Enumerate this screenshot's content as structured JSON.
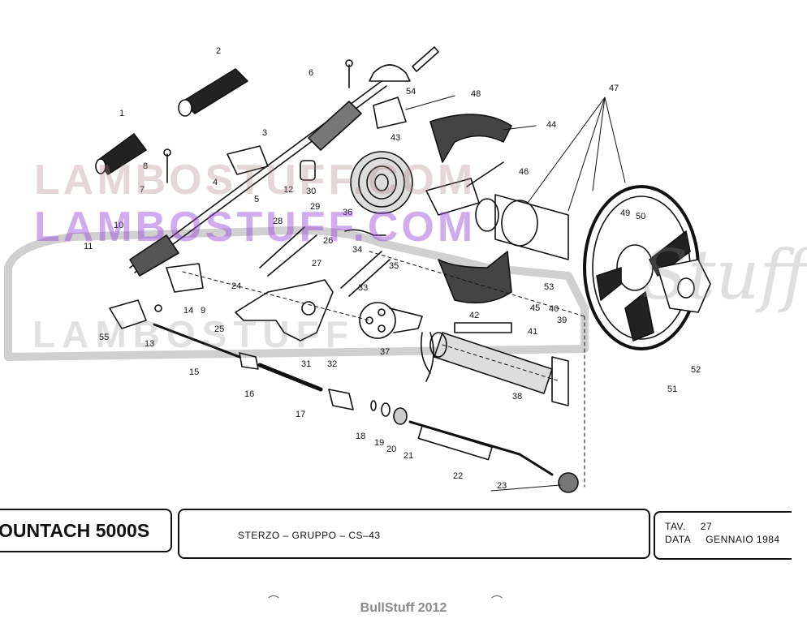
{
  "watermarks": {
    "line1": "LAMBOSTUFF.COM",
    "line2": "LAMBOSTUFF.COM",
    "line3": "LAMBOSTUFF",
    "script": "Stuff"
  },
  "title_block": {
    "model": "OUNTACH",
    "variant": "5000S",
    "description": "STERZO – GRUPPO – CS–43",
    "tav_label": "TAV.",
    "tav_value": "27",
    "data_label": "DATA",
    "data_value": "GENNAIO  1984"
  },
  "footer": "BullStuff 2012",
  "part_numbers": [
    "1",
    "2",
    "3",
    "4",
    "5",
    "6",
    "7",
    "8",
    "9",
    "10",
    "11",
    "12",
    "13",
    "14",
    "15",
    "16",
    "17",
    "18",
    "19",
    "20",
    "21",
    "22",
    "23",
    "24",
    "25",
    "26",
    "27",
    "28",
    "29",
    "30",
    "31",
    "32",
    "33",
    "34",
    "35",
    "36",
    "37",
    "38",
    "39",
    "40",
    "41",
    "42",
    "43",
    "44",
    "45",
    "46",
    "47",
    "48",
    "49",
    "50",
    "51",
    "52",
    "53",
    "54",
    "55"
  ],
  "colors": {
    "ink": "#111111",
    "watermark_purple": "#9646dc",
    "footer_grey": "#8a8a8a"
  }
}
